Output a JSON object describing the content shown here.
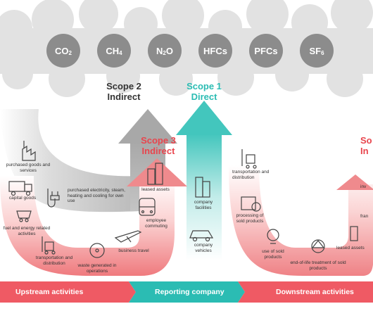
{
  "gases": [
    {
      "base": "CO",
      "sub": "2"
    },
    {
      "base": "CH",
      "sub": "4"
    },
    {
      "base": "N",
      "sub": "2",
      "suffix": "O"
    },
    {
      "base": "HFCs",
      "sub": ""
    },
    {
      "base": "PFCs",
      "sub": ""
    },
    {
      "base": "SF",
      "sub": "6"
    }
  ],
  "scope2": {
    "line1": "Scope 2",
    "line2": "Indirect"
  },
  "scope1": {
    "line1": "Scope 1",
    "line2": "Direct"
  },
  "scope3_up": {
    "line1": "Scope 3",
    "line2": "Indirect"
  },
  "scope3_down": {
    "line1": "So",
    "line2": "In"
  },
  "scope2_item": "purchased electricity, steam, heating and cooling for own use",
  "scope1_items": [
    "company facilities",
    "company vehicles"
  ],
  "upstream_items": [
    "purchased goods and services",
    "capital goods",
    "fuel and energy related activities",
    "transportation and distribution",
    "waste generated in operations",
    "business travel",
    "employee commuting",
    "leased assets"
  ],
  "downstream_items": [
    "transportation and distribution",
    "processing of sold products",
    "use of sold products",
    "end-of-life treatment of sold products",
    "leased assets"
  ],
  "downstream_partial": [
    "inv",
    "fran"
  ],
  "bar": {
    "upstream": "Upstream activities",
    "reporting": "Reporting company",
    "downstream": "Downstream activities"
  },
  "colors": {
    "cloud": "#e2e2e2",
    "gas": "#8c8c8c",
    "scope2": "#333333",
    "scope1": "#2bbcb3",
    "scope3": "#e8454d",
    "upstream_bar": "#ef5a64",
    "reporting_bar": "#2bbcb3"
  }
}
